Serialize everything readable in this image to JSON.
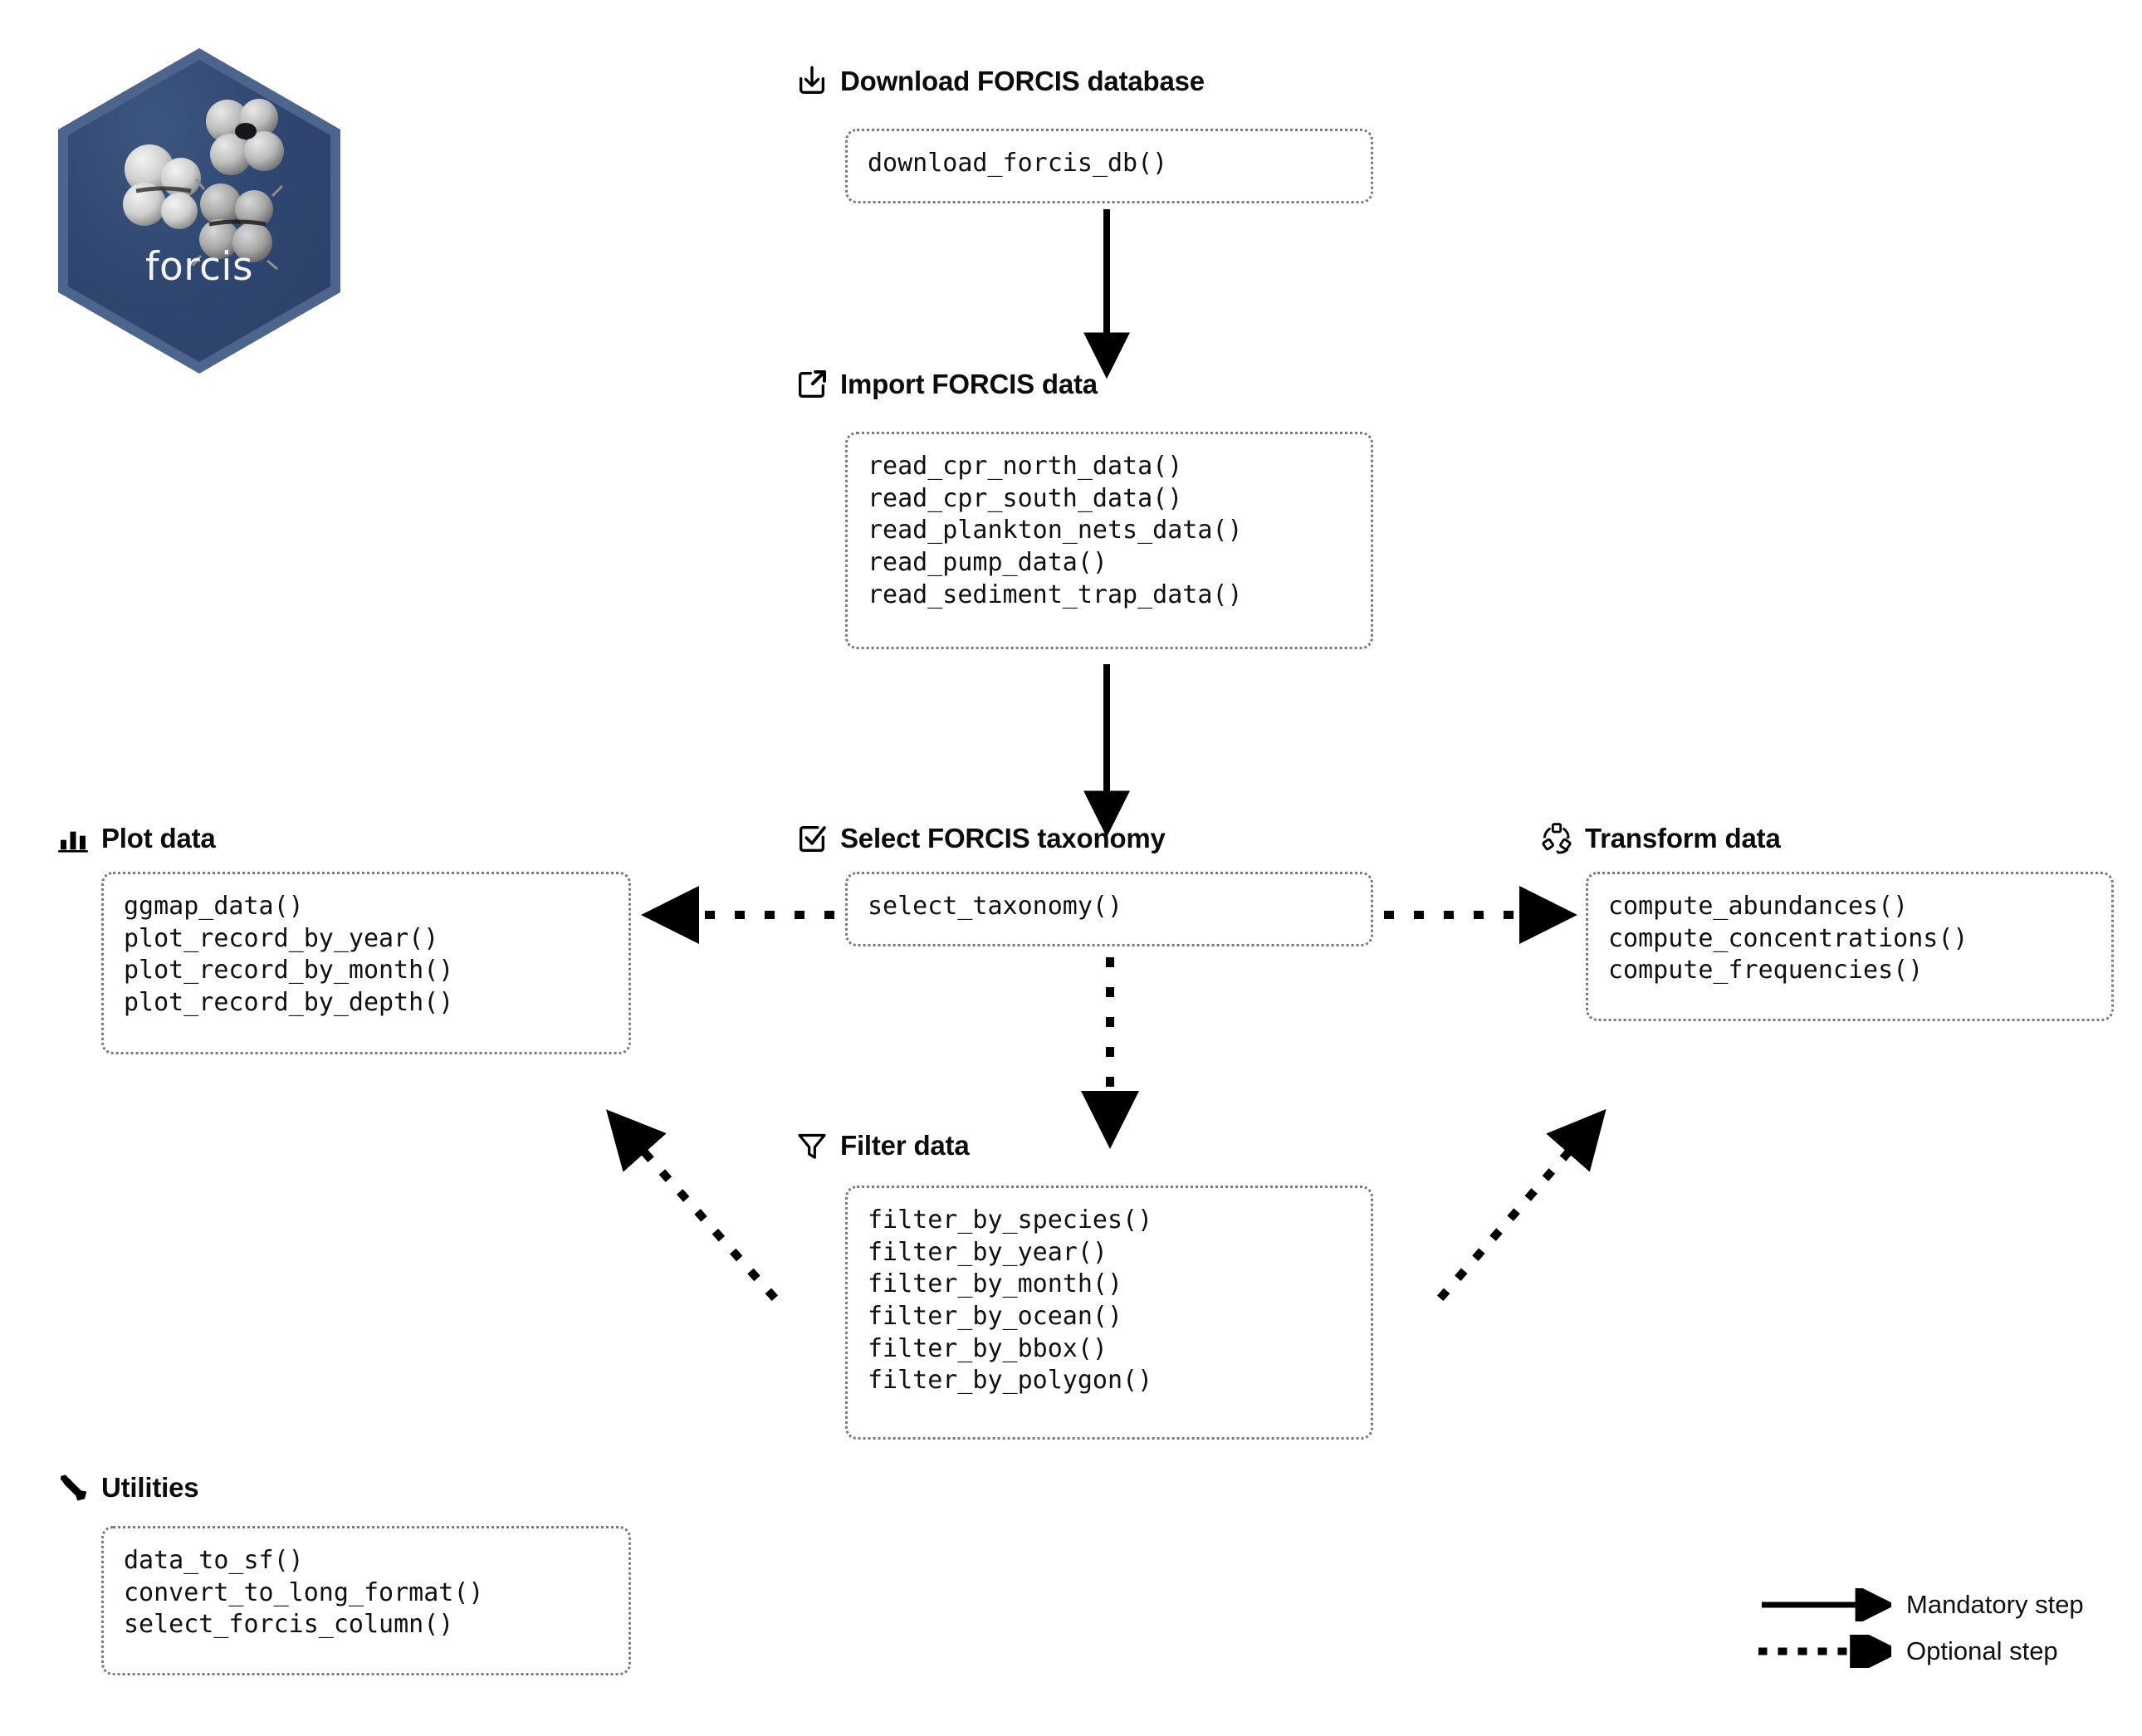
{
  "logo": {
    "name": "forcis",
    "url": "https://frbcesab.github.io/forcis",
    "bg_color": "#2f4670",
    "border_color": "#4d648c"
  },
  "sections": [
    {
      "id": "download",
      "icon": "download-icon",
      "title": "Download FORCIS database",
      "functions": [
        "download_forcis_db()"
      ]
    },
    {
      "id": "import",
      "icon": "import-export-box-icon",
      "title": "Import FORCIS data",
      "functions": [
        "read_cpr_north_data()",
        "read_cpr_south_data()",
        "read_plankton_nets_data()",
        "read_pump_data()",
        "read_sediment_trap_data()"
      ]
    },
    {
      "id": "plot",
      "icon": "bar-chart-icon",
      "title": "Plot data",
      "functions": [
        "ggmap_data()",
        "plot_record_by_year()",
        "plot_record_by_month()",
        "plot_record_by_depth()"
      ]
    },
    {
      "id": "taxonomy",
      "icon": "checkbox-check-icon",
      "title": "Select FORCIS taxonomy",
      "functions": [
        "select_taxonomy()"
      ]
    },
    {
      "id": "transform",
      "icon": "transform-shapes-icon",
      "title": "Transform data",
      "functions": [
        "compute_abundances()",
        "compute_concentrations()",
        "compute_frequencies()"
      ]
    },
    {
      "id": "filter",
      "icon": "funnel-icon",
      "title": "Filter data",
      "functions": [
        "filter_by_species()",
        "filter_by_year()",
        "filter_by_month()",
        "filter_by_ocean()",
        "filter_by_bbox()",
        "filter_by_polygon()"
      ]
    },
    {
      "id": "utilities",
      "icon": "tools-icon",
      "title": "Utilities",
      "functions": [
        "data_to_sf()",
        "convert_to_long_format()",
        "select_forcis_column()"
      ]
    }
  ],
  "legend": {
    "mandatory_label": "Mandatory step",
    "optional_label": "Optional step"
  }
}
